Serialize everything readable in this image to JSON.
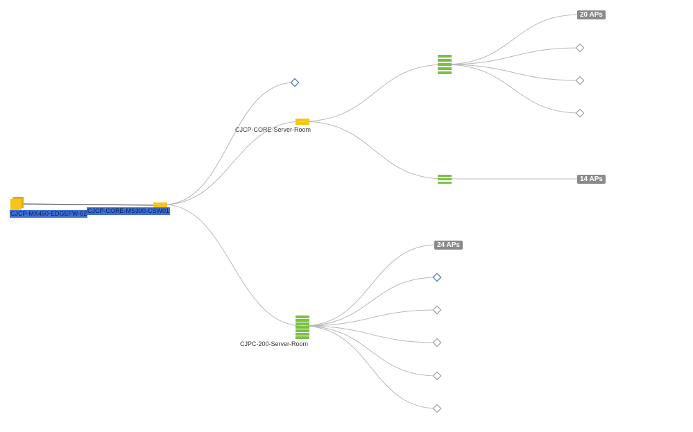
{
  "nodes": {
    "edge_fw": {
      "label": "CJCP-MX450-EDGEFW-02",
      "type": "firewall",
      "status": "selected"
    },
    "core_sw": {
      "label": "CJCP-CORE-MS390-CSW01",
      "type": "switch",
      "status": "selected"
    },
    "core_server_room": {
      "label": "CJCP-CORE-Server-Room",
      "type": "switch"
    },
    "pc200_server_room": {
      "label": "CJPC-200-Server-Room",
      "type": "switch"
    }
  },
  "ap_groups": {
    "group_20": {
      "label": "20 APs"
    },
    "group_14": {
      "label": "14 APs"
    },
    "group_24": {
      "label": "24 APs"
    }
  },
  "colors": {
    "gateway": "#f5c518",
    "switch_stack": "#7ac143",
    "selection": "#3d6fd4",
    "edge": "#b8b8b8",
    "badge": "#8a8a8a",
    "endpoint_blue": "#3e7ab0",
    "endpoint_gray": "#a0a0a0"
  }
}
